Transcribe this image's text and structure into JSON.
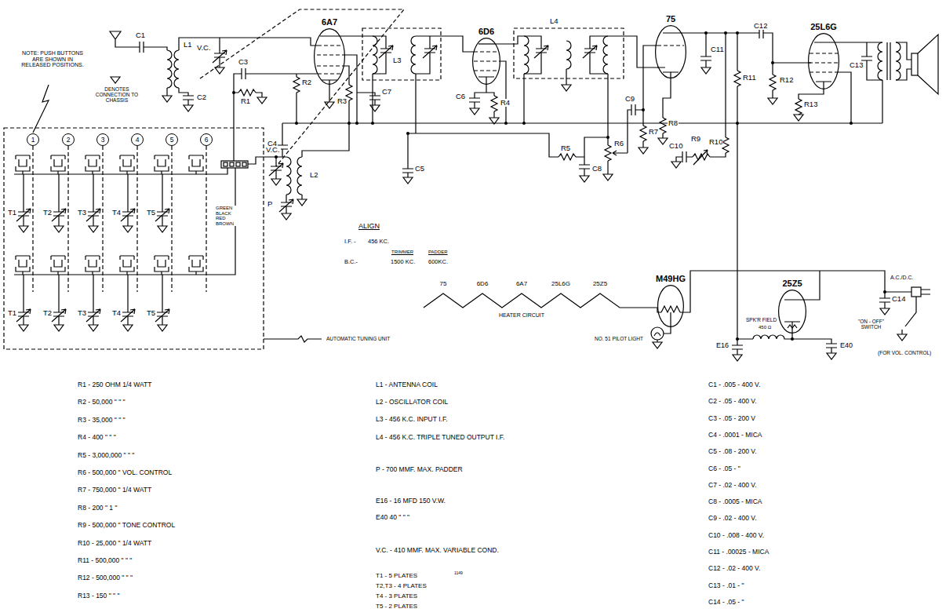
{
  "diagram": {
    "nodes": [
      {
        "text": [
          "6A7"
        ]
      },
      {
        "text": [
          "6D6"
        ]
      },
      {
        "text": [
          "75"
        ]
      },
      {
        "text": [
          "25L6G"
        ]
      },
      {
        "text": [
          "1"
        ]
      },
      {
        "text": [
          "2"
        ]
      },
      {
        "text": [
          "3"
        ]
      },
      {
        "text": [
          "4"
        ]
      },
      {
        "text": [
          "5"
        ]
      },
      {
        "text": [
          "6"
        ]
      },
      {
        "text": [
          "M49HG"
        ]
      },
      {
        "text": [
          "25Z5"
        ]
      }
    ],
    "labels": [
      "NOTE: PUSH BUTTONS ARE SHOWN IN RELEASED POSITIONS.",
      "DENOTES CONNECTION TO CHASSIS",
      "L1",
      "C1",
      "C2",
      "V.C.",
      "C3",
      "R1",
      "R2",
      "C4",
      "R3",
      "C7",
      "L3",
      "C5",
      "C6",
      "R4",
      "L4",
      "R5",
      "R6",
      "C8",
      "C9",
      "R7",
      "R8",
      "C10",
      "R9",
      "R10",
      "C11",
      "R11",
      "C12",
      "R12",
      "R13",
      "C13",
      "V.C.",
      "L2",
      "P",
      "GREEN BLACK RED BROWN",
      "T1",
      "T2",
      "T3",
      "T4",
      "T5",
      "T1",
      "T2",
      "T3",
      "T4",
      "T5",
      "AUTOMATIC TUNING UNIT",
      "ALIGN",
      "I.F. -",
      "456 KC.",
      "TRIMMER",
      "PADDER",
      "B.C.-",
      "1500 KC.",
      "600KC.",
      "75",
      "6D6",
      "6A7",
      "25L6G",
      "25Z5",
      "HEATER CIRCUIT",
      "NO. 51 PILOT LIGHT",
      "SPK'R FIELD",
      "450 Ω",
      "E16",
      "E40",
      "C14",
      "A.C./D.C.",
      "\"ON - OFF\" SWITCH",
      "(FOR VOL. CONTROL)",
      "1149",
      "R1 - 250 OHM 1/4 WATT",
      "R2 - 50,000 \" \" \"",
      "R3 - 35,000 \" \" \"",
      "R4 - 400 \" \" \"",
      "R5 - 3,000,000 \" \" \"",
      "R6 - 500,000 \" VOL. CONTROL",
      "R7 - 750,000 \" 1/4 WATT",
      "R8 - 200 \" 1 \"",
      "R9 - 500,000 \" TONE CONTROL",
      "R10 - 25,000 \" 1/4 WATT",
      "R11 - 500,000 \" \" \"",
      "R12 - 500,000 \" \" \"",
      "R13 - 150 \" \" \"",
      "L1 - ANTENNA COIL",
      "L2 - OSCILLATOR COIL",
      "L3 - 456 K.C. INPUT I.F.",
      "L4 - 456 K.C. TRIPLE TUNED OUTPUT I.F.",
      "P - 700 MMF. MAX. PADDER",
      "E16 - 16 MFD 150 V.W.",
      "E40 40 \" \" \"",
      "V.C. - 410 MMF. MAX. VARIABLE COND.",
      "T1 - 5 PLATES",
      "T2,T3 - 4 PLATES",
      "T4 - 3 PLATES",
      "T5 - 2 PLATES",
      "C1 - .005 - 400 V.",
      "C2 - .05 - 400 V.",
      "C3 - .05 - 200 V",
      "C4 - .0001 - MICA",
      "C5 - .08 - 200 V.",
      "C6 - .05 - \"",
      "C7 - .02 - 400 V.",
      "C8 - .0005 - MICA",
      "C9 - .02 - 400 V.",
      "C10 - .008 - 400 V.",
      "C11 - .00025 - MICA",
      "C12 - .02 - 400 V.",
      "C13 - .01 - \"",
      "C14 - .05 - \""
    ]
  }
}
